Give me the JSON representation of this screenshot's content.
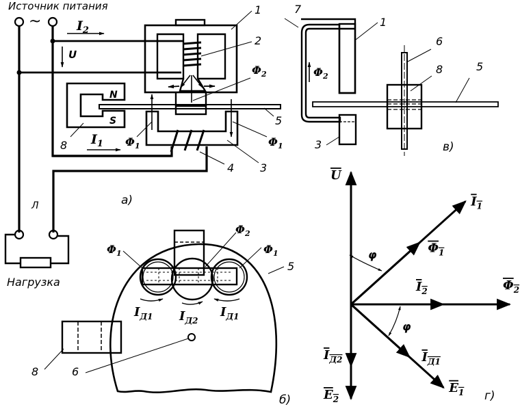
{
  "figure": {
    "source_label": "Источник питания",
    "ac_symbol": "~",
    "load_label": "Нагрузка",
    "line_label": "Л",
    "sub_a": "а)",
    "sub_b": "б)",
    "sub_v": "в)",
    "sub_g": "г)"
  },
  "panel_a": {
    "current_I2": "I",
    "current_I2_sub": "2",
    "voltage_U": "U",
    "current_I1": "I",
    "current_I1_sub": "1",
    "flux_F1_left": "Φ",
    "flux_F1_left_sub": "1",
    "flux_F1_right": "Φ",
    "flux_F1_right_sub": "1",
    "flux_F2": "Φ",
    "flux_F2_sub": "2",
    "magnet_N": "N",
    "magnet_S": "S",
    "callouts": [
      "1",
      "2",
      "3",
      "4",
      "5",
      "8"
    ]
  },
  "panel_b": {
    "flux_F1_left": "Φ",
    "flux_F1_left_sub": "1",
    "flux_F2": "Φ",
    "flux_F2_sub": "2",
    "flux_F1_right": "Φ",
    "flux_F1_right_sub": "1",
    "eddy_left": "I",
    "eddy_left_sub": "Д1",
    "eddy_mid": "I",
    "eddy_mid_sub": "Д2",
    "eddy_right": "I",
    "eddy_right_sub": "Д1",
    "callouts": [
      "5",
      "6",
      "8"
    ]
  },
  "panel_v": {
    "flux_F2": "Φ",
    "flux_F2_sub": "2",
    "callouts": [
      "1",
      "3",
      "5",
      "6",
      "7",
      "8"
    ]
  },
  "panel_g": {
    "vectors": [
      {
        "name": "U",
        "label": "U",
        "sub": "",
        "angle_deg": 90
      },
      {
        "name": "I1",
        "label": "I",
        "sub": "1",
        "angle_deg": 42
      },
      {
        "name": "Phi1",
        "label": "Φ",
        "sub": "1",
        "angle_deg": 42
      },
      {
        "name": "I2",
        "label": "I",
        "sub": "2",
        "angle_deg": 0
      },
      {
        "name": "Phi2",
        "label": "Φ",
        "sub": "2",
        "angle_deg": 0
      },
      {
        "name": "ID1",
        "label": "I",
        "sub": "Д1",
        "angle_deg": -42
      },
      {
        "name": "E1",
        "label": "E",
        "sub": "1",
        "angle_deg": -42
      },
      {
        "name": "ID2",
        "label": "I",
        "sub": "Д2",
        "angle_deg": -90
      },
      {
        "name": "E2",
        "label": "E",
        "sub": "2",
        "angle_deg": -90
      }
    ],
    "angle_label_top": "φ",
    "angle_label_bottom": "φ"
  }
}
